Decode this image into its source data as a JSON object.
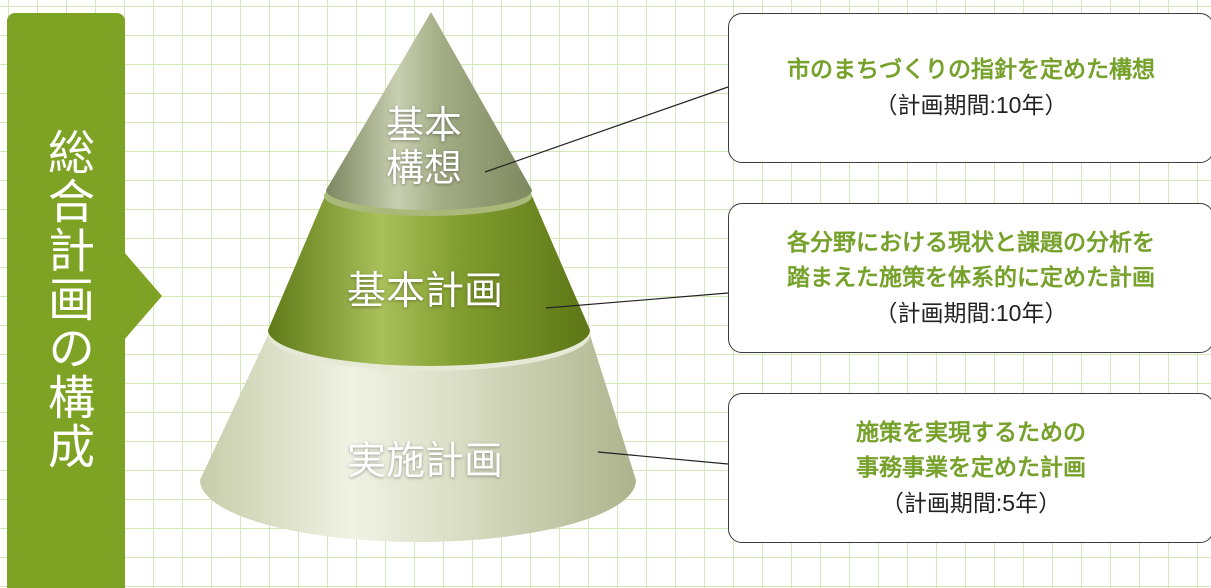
{
  "side_title": "総合計画の構成",
  "tiers": [
    {
      "label": "基本\n構想",
      "description_lines": [
        "市のまちづくりの指針を定めた構想"
      ],
      "period": "（計画期間:10年）"
    },
    {
      "label": "基本計画",
      "description_lines": [
        "各分野における現状と課題の分析を",
        "踏まえた施策を体系的に定めた計画"
      ],
      "period": "（計画期間:10年）"
    },
    {
      "label": "実施計画",
      "description_lines": [
        "施策を実現するための",
        "事務事業を定めた計画"
      ],
      "period": "（計画期間:5年）"
    }
  ],
  "colors": {
    "accent_green": "#7ea224",
    "description_text": "#76a12b",
    "grid_line": "#d3e7b8",
    "tier_top": "#a9b48e",
    "tier_middle": "#7e9a2c",
    "tier_bottom": "#d7dcc2"
  }
}
